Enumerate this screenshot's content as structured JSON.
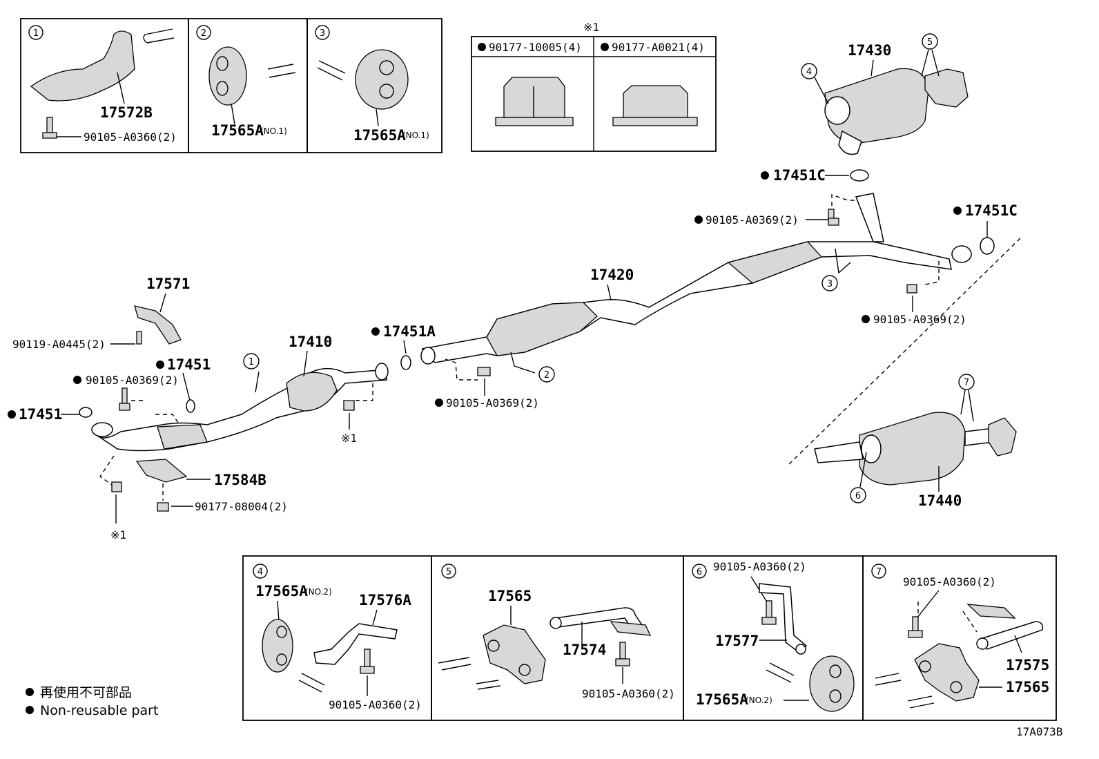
{
  "parts": {
    "p17572B": "17572B",
    "p90105_A0360_2": "90105-A0360(2)",
    "p17565A": "17565A",
    "no1": "(NO.1)",
    "no2": "(NO.2)",
    "ref_mark": "※1",
    "p90177_10005": "90177-10005(4)",
    "p90177_A0021": "90177-A0021(4)",
    "p17430": "17430",
    "p17451C": "17451C",
    "p90105_A0369_2": "90105-A0369(2)",
    "p17420": "17420",
    "p17571": "17571",
    "p90119_A0445": "90119-A0445(2)",
    "p17451": "17451",
    "p17410": "17410",
    "p17451A": "17451A",
    "p17584B": "17584B",
    "p90177_08004": "90177-08004(2)",
    "p17440": "17440",
    "p17576A": "17576A",
    "p17565": "17565",
    "p17574": "17574",
    "p17577": "17577",
    "p17575": "17575"
  },
  "callouts": {
    "c1": "1",
    "c2": "2",
    "c3": "3",
    "c4": "4",
    "c5": "5",
    "c6": "6",
    "c7": "7"
  },
  "legend": {
    "jp": "再使用不可部品",
    "en": "Non-reusable part"
  },
  "diagram_id": "17A073B"
}
